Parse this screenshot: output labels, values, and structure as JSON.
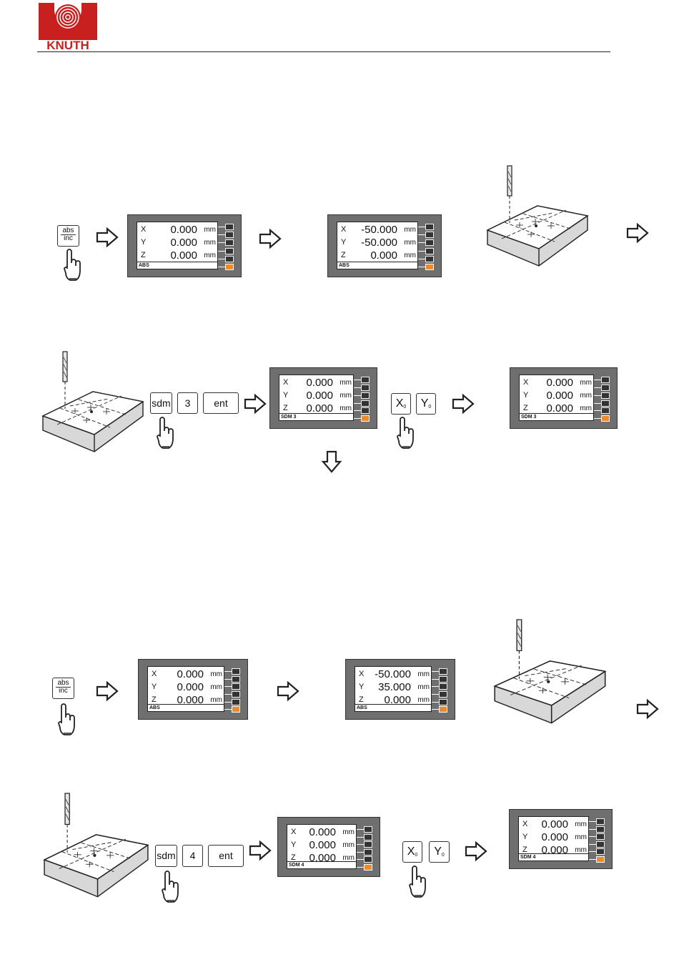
{
  "brand": {
    "logo_text": "KNUTH"
  },
  "keys": {
    "abs_top": "abs",
    "abs_bottom": "inc",
    "sdm": "sdm",
    "three": "3",
    "four": "4",
    "ent": "ent",
    "x0_main": "X",
    "y0_main": "Y",
    "zero_sub": "0"
  },
  "units": {
    "mm": "mm"
  },
  "axes": {
    "x": "X",
    "y": "Y",
    "z": "Z"
  },
  "displays": [
    {
      "id": "d1",
      "x": "0.000",
      "y": "0.000",
      "z": "0.000",
      "mode": "ABS"
    },
    {
      "id": "d2",
      "x": "-50.000",
      "y": "-50.000",
      "z": "0.000",
      "mode": "ABS"
    },
    {
      "id": "d3",
      "x": "0.000",
      "y": "0.000",
      "z": "0.000",
      "mode": "SDM 3"
    },
    {
      "id": "d4",
      "x": "0.000",
      "y": "0.000",
      "z": "0.000",
      "mode": "SDM 3"
    },
    {
      "id": "d5",
      "x": "0.000",
      "y": "0.000",
      "z": "0.000",
      "mode": "ABS"
    },
    {
      "id": "d6",
      "x": "-50.000",
      "y": "35.000",
      "z": "0.000",
      "mode": "ABS"
    },
    {
      "id": "d7",
      "x": "0.000",
      "y": "0.000",
      "z": "0.000",
      "mode": "SDM 4"
    },
    {
      "id": "d8",
      "x": "0.000",
      "y": "0.000",
      "z": "0.000",
      "mode": "SDM 4"
    }
  ]
}
